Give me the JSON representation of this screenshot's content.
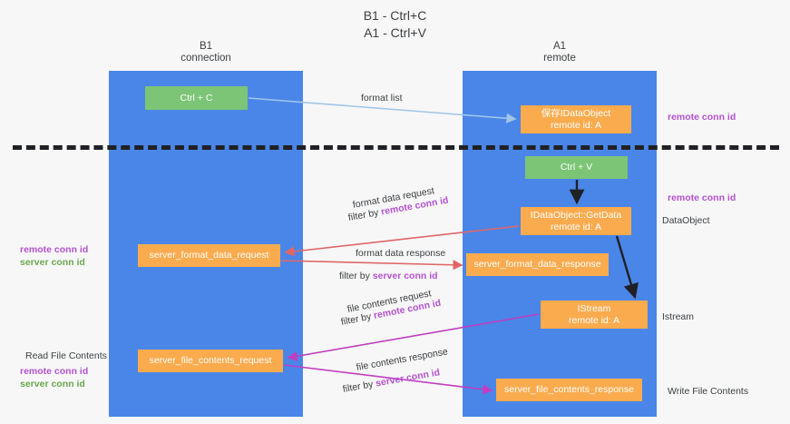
{
  "title": {
    "line1": "B1 - Ctrl+C",
    "line2": "A1 - Ctrl+V"
  },
  "columns": [
    {
      "id": "b1",
      "name": "B1",
      "role": "connection",
      "color": "#4a86e8"
    },
    {
      "id": "a1",
      "name": "A1",
      "role": "remote",
      "color": "#4a86e8"
    }
  ],
  "boxes": {
    "ctrl_c": {
      "label": "Ctrl + C",
      "color": "#7cc576"
    },
    "save_idataobject": {
      "line1": "保存IDataObject",
      "line2": "remote id: A",
      "color": "#f9ab4e"
    },
    "ctrl_v": {
      "label": "Ctrl + V",
      "color": "#7cc576"
    },
    "getdata": {
      "line1": "IDataObject::GetData",
      "line2": "remote id: A",
      "color": "#f9ab4e"
    },
    "server_format_data_request": {
      "label": "server_format_data_request",
      "color": "#f9ab4e"
    },
    "server_format_data_response": {
      "label": "server_format_data_response",
      "color": "#f9ab4e"
    },
    "istream": {
      "line1": "IStream",
      "line2": "remote id: A",
      "color": "#f9ab4e"
    },
    "server_file_contents_request": {
      "label": "server_file_contents_request",
      "color": "#f9ab4e"
    },
    "server_file_contents_response": {
      "label": "server_file_contents_response",
      "color": "#f9ab4e"
    }
  },
  "flows": {
    "format_list": {
      "text": "format list"
    },
    "format_data_request": {
      "text": "format data request",
      "filter_prefix": "filter by ",
      "filter_key": "remote conn id"
    },
    "format_data_response": {
      "text": "format data response",
      "filter_prefix": "filter by ",
      "filter_key": "server conn id"
    },
    "file_contents_request": {
      "text": "file contents request",
      "filter_prefix": "filter by ",
      "filter_key": "remote conn id"
    },
    "file_contents_response": {
      "text": "file contents response",
      "filter_prefix": "filter by ",
      "filter_key": "server conn id"
    }
  },
  "side_labels": {
    "right_remote_conn_id_top": "remote conn id",
    "right_remote_conn_id_mid": "remote conn id",
    "dataobject": "DataObject",
    "istream": "Istream",
    "write_file_contents": "Write File Contents",
    "left_remote_conn_id": "remote conn id",
    "left_server_conn_id": "server conn id",
    "read_file_contents": "Read File Contents",
    "left_remote_conn_id_2": "remote conn id",
    "left_server_conn_id_2": "server conn id"
  },
  "colors": {
    "column_blue": "#4a86e8",
    "box_orange": "#f9ab4e",
    "box_green": "#7cc576",
    "remote_conn_id": "#b452cf",
    "server_conn_id": "#6aa84f",
    "arrow_lightblue": "#9fc5e8",
    "arrow_red": "#e06666",
    "arrow_magenta": "#c13ec1",
    "arrow_black": "#202124",
    "divider": "#202124",
    "background": "#f7f7f7"
  }
}
